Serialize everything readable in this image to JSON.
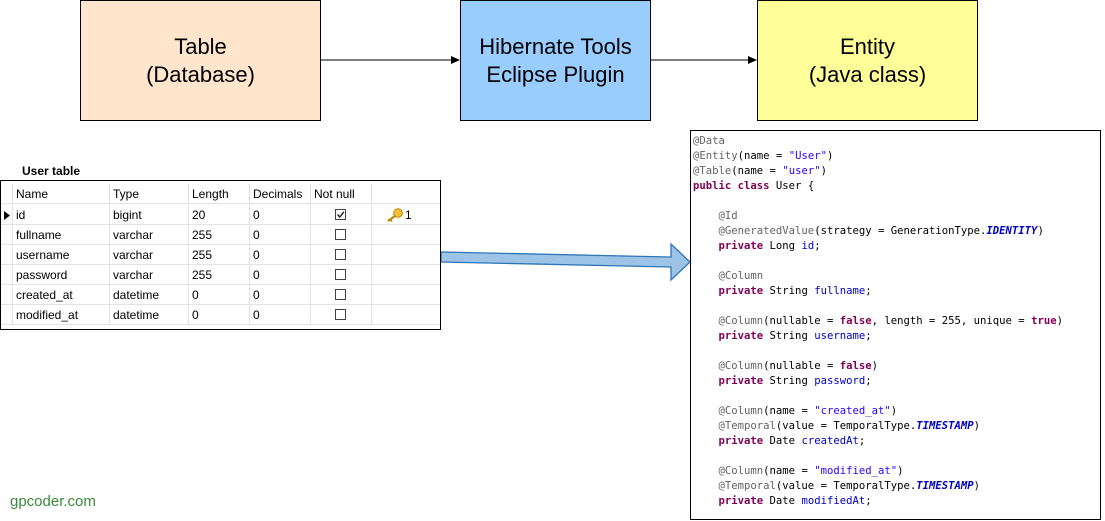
{
  "boxes": [
    {
      "line1": "Table",
      "line2": "(Database)"
    },
    {
      "line1": "Hibernate Tools",
      "line2": "Eclipse Plugin"
    },
    {
      "line1": "Entity",
      "line2": "(Java class)"
    }
  ],
  "user_table": {
    "title": "User table",
    "headers": [
      "Name",
      "Type",
      "Length",
      "Decimals",
      "Not null",
      ""
    ],
    "rows": [
      {
        "name": "id",
        "type": "bigint",
        "length": "20",
        "decimals": "0",
        "not_null": true,
        "key": "1"
      },
      {
        "name": "fullname",
        "type": "varchar",
        "length": "255",
        "decimals": "0",
        "not_null": false,
        "key": ""
      },
      {
        "name": "username",
        "type": "varchar",
        "length": "255",
        "decimals": "0",
        "not_null": false,
        "key": ""
      },
      {
        "name": "password",
        "type": "varchar",
        "length": "255",
        "decimals": "0",
        "not_null": false,
        "key": ""
      },
      {
        "name": "created_at",
        "type": "datetime",
        "length": "0",
        "decimals": "0",
        "not_null": false,
        "key": ""
      },
      {
        "name": "modified_at",
        "type": "datetime",
        "length": "0",
        "decimals": "0",
        "not_null": false,
        "key": ""
      }
    ]
  },
  "code": [
    [
      [
        "ann",
        "@Data"
      ]
    ],
    [
      [
        "ann",
        "@Entity"
      ],
      [
        "pl",
        "(name = "
      ],
      [
        "str",
        "\"User\""
      ],
      [
        "pl",
        ")"
      ]
    ],
    [
      [
        "ann",
        "@Table"
      ],
      [
        "pl",
        "(name = "
      ],
      [
        "str",
        "\"user\""
      ],
      [
        "pl",
        ")"
      ]
    ],
    [
      [
        "kw",
        "public class"
      ],
      [
        "pl",
        " User {"
      ]
    ],
    [],
    [
      [
        "pl",
        "    "
      ],
      [
        "ann",
        "@Id"
      ]
    ],
    [
      [
        "pl",
        "    "
      ],
      [
        "ann",
        "@GeneratedValue"
      ],
      [
        "pl",
        "(strategy = GenerationType."
      ],
      [
        "enm",
        "IDENTITY"
      ],
      [
        "pl",
        ")"
      ]
    ],
    [
      [
        "pl",
        "    "
      ],
      [
        "kw",
        "private"
      ],
      [
        "pl",
        " Long "
      ],
      [
        "fld",
        "id"
      ],
      [
        "pl",
        ";"
      ]
    ],
    [],
    [
      [
        "pl",
        "    "
      ],
      [
        "ann",
        "@Column"
      ]
    ],
    [
      [
        "pl",
        "    "
      ],
      [
        "kw",
        "private"
      ],
      [
        "pl",
        " String "
      ],
      [
        "fld",
        "fullname"
      ],
      [
        "pl",
        ";"
      ]
    ],
    [],
    [
      [
        "pl",
        "    "
      ],
      [
        "ann",
        "@Column"
      ],
      [
        "pl",
        "(nullable = "
      ],
      [
        "kw",
        "false"
      ],
      [
        "pl",
        ", length = 255, unique = "
      ],
      [
        "kw",
        "true"
      ],
      [
        "pl",
        ")"
      ]
    ],
    [
      [
        "pl",
        "    "
      ],
      [
        "kw",
        "private"
      ],
      [
        "pl",
        " String "
      ],
      [
        "fld",
        "username"
      ],
      [
        "pl",
        ";"
      ]
    ],
    [],
    [
      [
        "pl",
        "    "
      ],
      [
        "ann",
        "@Column"
      ],
      [
        "pl",
        "(nullable = "
      ],
      [
        "kw",
        "false"
      ],
      [
        "pl",
        ")"
      ]
    ],
    [
      [
        "pl",
        "    "
      ],
      [
        "kw",
        "private"
      ],
      [
        "pl",
        " String "
      ],
      [
        "fld",
        "password"
      ],
      [
        "pl",
        ";"
      ]
    ],
    [],
    [
      [
        "pl",
        "    "
      ],
      [
        "ann",
        "@Column"
      ],
      [
        "pl",
        "(name = "
      ],
      [
        "str",
        "\"created_at\""
      ],
      [
        "pl",
        ")"
      ]
    ],
    [
      [
        "pl",
        "    "
      ],
      [
        "ann",
        "@Temporal"
      ],
      [
        "pl",
        "(value = TemporalType."
      ],
      [
        "enm",
        "TIMESTAMP"
      ],
      [
        "pl",
        ")"
      ]
    ],
    [
      [
        "pl",
        "    "
      ],
      [
        "kw",
        "private"
      ],
      [
        "pl",
        " Date "
      ],
      [
        "fld",
        "createdAt"
      ],
      [
        "pl",
        ";"
      ]
    ],
    [],
    [
      [
        "pl",
        "    "
      ],
      [
        "ann",
        "@Column"
      ],
      [
        "pl",
        "(name = "
      ],
      [
        "str",
        "\"modified_at\""
      ],
      [
        "pl",
        ")"
      ]
    ],
    [
      [
        "pl",
        "    "
      ],
      [
        "ann",
        "@Temporal"
      ],
      [
        "pl",
        "(value = TemporalType."
      ],
      [
        "enm",
        "TIMESTAMP"
      ],
      [
        "pl",
        ")"
      ]
    ],
    [
      [
        "pl",
        "    "
      ],
      [
        "kw",
        "private"
      ],
      [
        "pl",
        " Date "
      ],
      [
        "fld",
        "modifiedAt"
      ],
      [
        "pl",
        ";"
      ]
    ]
  ],
  "brand": "gpcoder.com",
  "colors": {
    "table_box": "#ffe5cc",
    "tools_box": "#99ccff",
    "entity_box": "#ffff99",
    "block_arrow": "#9dc3e6",
    "brand": "#3a8a3a"
  }
}
